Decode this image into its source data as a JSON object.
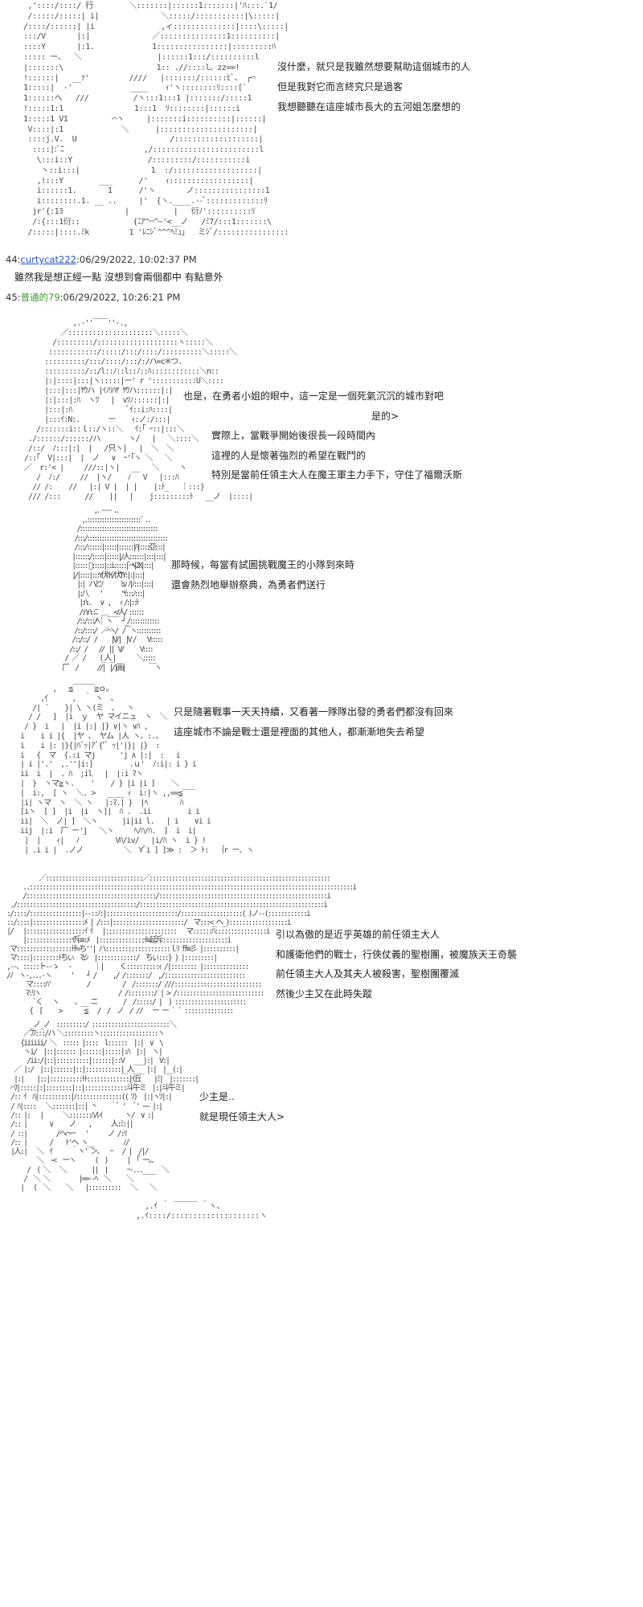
{
  "posts": [
    {
      "number": "44:",
      "user": "curtycat222",
      "time": ":06/29/2022, 10:02:37 PM",
      "text": "雖然我是想正經一點 沒想到會兩個都中 有點意外",
      "user_color": "#2255cc"
    },
    {
      "number": "45:",
      "user": "普通的79",
      "time": ":06/29/2022, 10:26:21 PM",
      "user_color": "#3a9a2a"
    }
  ],
  "panels": [
    {
      "lines": [
        "沒什麼，就只是我雖然想要幫助這個城市的人",
        "但是我對它而言終究只是過客",
        "我想聽聽在這座城市長大的五河姐怎麼想的"
      ],
      "art": [
        "   ,'::::/::::/ 行        ＼:::::::|::::::1:::::::|'ﾊ:::.`1/",
        "   /:::::/:::::| i|              ＼:::::/:::::::::::|\\:::::|",
        "  /::::/::::::| |i               ,ィ::::::::::::::|::::\\:::::|",
        "  :::/V       |:|              ／:::::::::::::::1::::::::::|",
        "  ::::Y       |:1.             1::::::::::::::::|:::::::::ﾊ",
        "  ::::: ー、  ＼                 |::::::1:::/::::::::::l",
        "  |:::::::\\                     1:: .//::::l。zz==!",
        "  !::::::|   __ｧ'         ////   |:::::::/::::::ﾋﾞ、 ┌⌒",
        "  1:::::|  ‐'             ____    ｨ'ヽ::::::::ﾘ::::[`",
        "  1::::::へ   ///          /ヽ:::1:::1 |:::::::/:::::1",
        "  !:::::1:1                1:::1  ﾘ::::::::|::::::i",
        "  1:::::1 V1          ⌒ヽ     |:::::::i::::::::::|::::::|",
        "   V::::|:1             ＼      |:::::::::::::::::::::|",
        "   ::::j.V.  U                     /:::::::::::::::::::|",
        "    ::::|:ﾞﾆ                  ,/::::::::::::::::::::::::l",
        "     \\:::i::Y                 /:::::::::/:::::::::::i",
        "      ヽ::i:::|                1  :/:::::::::::::::::::|",
        "     ,!:::Y        ___      /'    ｨ::::::::::::::::::|",
        "     i::::::1.       1      /'ヽ       ノ::::::::::::::::1",
        "     i::::::::.1. __ ..     |'  {ヽ.____.--ﾞ:::::::::::::ﾘ",
        "    jr'{:1ﾖ              |          |   衍ﾉ'::::::::::ﾘ",
        "    /:{:::1衍::            {ﾆｱ^⌒^~'<__ノ   /ﾐ7/:::1:::::::\\",
        "   /:::::|::::.ﾐk         1 'ﾚﾆｼﾞ^^^ﾍﾐｭ」  ミｼﾞ/::::::::::::::::"
      ]
    },
    {
      "lines": [
        "也是，在勇者小姐的眼中，這一定是一個死氣沉沉的城市對吧",
        "是的>",
        "實際上，當戰爭開始後很長一段時間內",
        "這裡的人是懷著強烈的希望在戰鬥的",
        "特別是當前任領主大人在魔王軍主力手下，守住了福爾沃斯"
      ],
      "art": [
        "              ,.-''￣￣''-.,",
        "           ／:::::::::::::::::::::＼:::::＼",
        "         /:::::::::/::::::::::::::::::::ヽ:::::＼",
        "        ::::::::::::/:::::/:::/::::/::::::::::＼:::::＼",
        "       ::::::::::/:::/::::/:::/:/ハ=c※つ.",
        "       ::::::::::/::/l::ﾉ::l::ﾉ::ﾊ::::::::::::＼n::",
        "       |:|::::|:::|ヽ:::::|ー' r ':::::::::::U＼::::",
        "       |:::|:::|ﾔｳハ |ｲﾉﾘﾊﾔ ﾔｳハ::::::|:|",
        "       |:|:::|:ﾊ  ヽﾂ   |  vﾂﾉ::::::|:|",
        "       |:::|:ﾊ              ﾞｲ::i:ﾊ::::|",
        "       |:::ｲ:N:.       ー    ｨ:ノ:/:::|",
        "     /:::::::i::ｌ::/ヽ::＼   ｲ:｢ ｰ::|:::＼",
        "   ./::::::/::::::/ハ       ヽ/   |   ＼::::＼",
        "   /::/  ﾉ:::|:|  |   /只ヽ|   |  ＼  ＼",
        "  /::｢  V|:::|  |  ノ   ∨  ｰ'｢ヽ ＼   ＼",
        "  ／  r:'< |     ///::|ヽ|   __   ＼     ヽ",
        "     /  ﾉ:/     //  |ヽ/    ﾉ   V   |:::ﾊ",
        "    // /:    //   |:| V |  | |    |:ﾄ_   ｜:::}",
        "   /// /:::      //    ||   |    j:::::::::ﾄ   __ノ  |::::|"
      ]
    },
    {
      "lines": [
        "那時候，每當有試圖挑戰魔王的小隊到來時",
        "還會熱烈地舉辦祭典，為勇者們送行"
      ],
      "art": [
        "                 ,. ‐--- ..",
        "            ,.::::::::::::::::::::::` ..",
        "          /::::::::::::::::::::::::::::::::",
        "         /:::/:::::::::::::::::::::::::::::::::",
        "         /:::/::::::|:::::|::::::|ﾊ|::::亞:::|",
        "        |::::::/:::::|:::::|/人::::::|:::|:::|",
        "        |:::::ﾞ:::::|::i:::::|ﾞ⌒ﾍ|ZX|:::|",
        "        |/|::::|:::Y伏ﾊﾄｲ/伏TY:|:|:::|",
        "          |:|  ハとｿ        ﾋv ﾉ|ﾉ:::|:::|",
        "          |:八     '        \"ｲ:::ﾉ:::|",
        "           |:ﾊ:.    ∨  ,    ｨ /:|::ﾄ",
        "           /:ﾊ:ﾊ::ﾆ  ＿_  <ﾉ人/ ::::::",
        "          /::/:::/ﾍ｜ ヽ￣  ┘_/::::::::::::",
        "         /::/::::/  ／⌒ヽ/  /￣ヽ::::::::::",
        "        /::/::/  /      |V/|  |V /     V:::::",
        "       /::/  /     //  ||  V/       V::::",
        "     /  ／  /      (_人_|         ＼:::::",
        "    厂   /        //|  |/|画|          ￣ヽ"
      ]
    },
    {
      "lines": [
        "只是隨著戰事一天天持續，又看著一隊隊出發的勇者們都沒有回來",
        "這座城市不論是戰士還是裡面的其他人，都漸漸地失去希望"
      ],
      "art": [
        "           ,   ≦￣￣￣≧ｏ。",
        "        ,ｲ      ,  ｀ ヽ  、",
        "      /| ´    }| \\ ヽ(ミ  ､   ヽ",
        "     / /   ]  |i  ｙ  ヤ マイニュ  ヽ  ＼",
        "    / }  i   |  |i |:| |} ∨|ヽ ∨ﾊ ,",
        "   i    i i |{  |ヤ 、 ヤム |人 ヽ、:.、",
        "   i    i |: |}{|ﾊﾞｯ|ｱﾞ{'ﾞ ｯ|'|}| |}  :",
        "   i   {  マ  {.:i マj      'j ∧ |:|  :   i",
        "   | i |'.'  ,.''|i:]         .ｕ'  ﾉ:i|: i } i",
        "   ii  i  |  . ﾊ  ;il   |  |:i ﾏヽ",
        "   |  }  ヽマ≧ヽ.    '    / } |i |i ]    ＼",
        "   |  i:,  [ ヽ  ＼. >   ____ ｨ  i:|ヽ ,,==≦‾‾‾",
        "   |i| ヽマ  ヽ  ＼ ヽ   |:ﾏ.| }  |ﾍ        ﾊ",
        "   [iヽ  [ ]  |i  |i  ヽ]|  ﾊ .  .ii         i i",
        "   ii|  ＼  ノ| ]  ＼ヽ      |i|ii l.   | i    ∨i i",
        "   iij  |:i  厂 ー'j   ＼ヽ     ﾍ/ﾊ/ﾊ.  ]  i  i|",
        "    |  |    ｨ|   ﾉ         Vﾊ/iv/   |i/ﾊ ヽ  i } !",
        "    | .i i |  .ノノ          ＼  Yﾞi ] ]≫ :  ＞ ﾄ:  ｛r ー、ヽ"
      ]
    },
    {
      "lines": [
        "引以為傲的是近乎英雄的前任領主大人",
        "和護衛他們的戰士，行俠仗義的聖樹團，被魔族天王奇襲",
        "前任領主大人及其夫人被殺害，聖樹團覆滅",
        "然後少主又在此時失蹤"
      ],
      "art": [
        "            ／::::::::::::::::::::::::::::::／::::::::::::::::::::::::::::::::::::::::::::::::::::::::",
        "       ..::::::::::::::::::::::::::::::::::::::::::::::::::::::::::::::::::::::::::::::::::::::::::::::::::::i",
        "       /::::::::::::::::::::::::::::::::::::::::/::::::::::::::::::::::::::::::::::::::::::::::::::::i",
        "   ./:::::::::::::::::::::::::::::::::::::/:::::::::::::::::::::::::::::::::::::::::::::::::::::::::i",
        "  :/::::/::::::::::::::::|--::ﾉ:|::::::::::::::::::::::/:::::::::::::::::::( )ノ--(::::::::::::i",
        "  ::/::::|::::::::::::::::ﾒ | /:::|::::::::::::::::::::::/  マ:::<_ヘ_)::::::::::::::::::i",
        "  |/   |::::::::::::::::::ｲ ｲ   |::::::::::::::::::::::   マ::::::ﾊ::::::::::::::::i",
        "       |::::::::::::::ｲ斥≡:ﾒ  |::::::::::::::ｲ≡延斥::::::::::::::::::::i",
        "   マ:::::::::::::::::ﾄﾁ=ち''| ハ::::::::::::::::::::ｌﾘ ﾁﾁ≡彡 |::::::::::|",
        "   マ::::|::::::::ﾄちぃ  ﾏｪｼ  |::::::::::::/  ちぃ:::} ) |:::::::::|",
        "  ,--、:::::ト--ゝ   -       ｜|     く::::::::::ｨ /|:::::::: |::::::::::::::",
        "  /ﾉ  ヽ-,...-ヽ      '    ┘ /     ,/ /:::::::/  ,/:::::::::::::::::::::::::",
        "        マ::::ﾊ'           /          /  /:::::::/ ///:::::::::::::::::::::::::::",
        "        ﾏ:ﾘヽ                        / /::::::::/ | > /:::::::::::::::::::::::::::",
        "          `く   ヽ     、__ ニ        /  /:::::/ |  ) ::::::::::::::::::::::",
        "         {  [     >       ≦   /  /  ノ  / //   ー ー ` ` :::::::::::::::"
      ]
    },
    {
      "lines": [
        "少主是..",
        "就是現任領主大人>"
      ],
      "art": [
        "        _ノ_ノ  :::::::::/ ::::::::::::::::::::::::＼",
        "      ／ﾌﾌ:::/ハ ＼:::::::::ヽ::::::::::::::::::ヽ",
        "     {iiiiii/ ＼  ::::: |::::  l::::::  |:|  ∨  \\",
        "      ヽi/  |::|:::::: |::::::|:::::|:ﾊ  |:|  ヽ|",
        "       /ii:/|::|::::::::::|::::::|::V   ___|:|  V:|",
        "   ／ |:/  |::|::::::|::|:::::::::::|_人___ |:|  |__(:|",
        "   |:|    |::|::::::::::ﾄﾄ:::::::::::::|ｲ丘    |ﾐ|  |:::::::|",
        "  ⌒ﾌ|:::::|:|::::::::|::|:::::::::::::斗午ミ  |:|斗午ミ|",
        "  /:: ｲ  ﾊ|::::::::::|ﾉ::::::::::::::(( ﾂ)  |:|ヽﾂ|:|",
        "  / ﾊ|::::   ＼:::::::|::| 丶    ｀ﾞ '   ﾞ' ~~ |:|",
        "  /:: |:   |      ＼:::::::ﾊ/ﾚｲ       ヽ/  ∨ :|",
        "  /:: |       ∨     ノ    ,      人:ﾐ:||",
        "  / ::|         /ヘ⌒ー   '      ノ /:ﾘ",
        "  /:: |       /    ﾄ'ヘ ヽ__         ﾉ/",
        "  |人:|   ＼  ｲ      ｀ヽ' ＞、  ｰ   / |  /|/",
        "          ＼  ‐<  ーヽ      (  )      |  ｢ ー。、",
        "       /  ( ＼   ＼        ||  |      ｰ-...____  ＼",
        "      /  ＼ ＼         |==--ﾍ  ＼     ＼",
        "     |   (  ＼     ＼    |::::::::::   ＼    ＼"
      ]
    },
    {
      "lines": [],
      "art": [
        "                             ,.ｲ ｀ ￣￣￣ ｀ヽ、",
        "                           ,.ｲ::::/::::::::::::::::::::ヽ"
      ]
    }
  ]
}
